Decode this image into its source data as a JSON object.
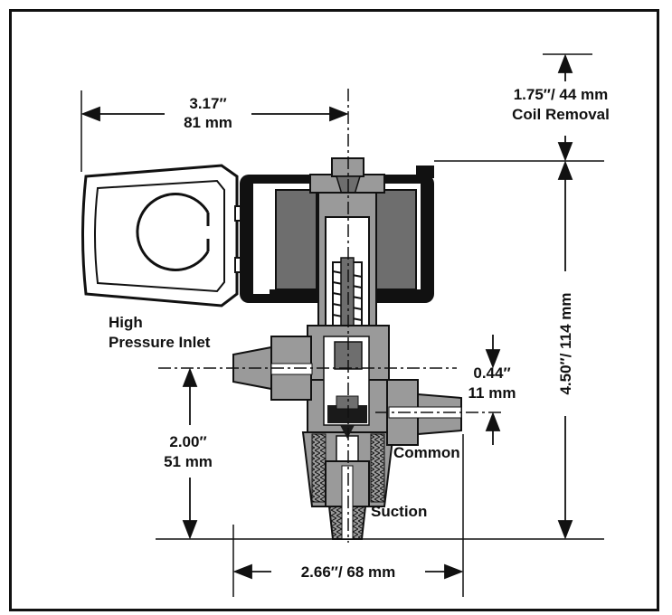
{
  "dimensions": {
    "coil_width": {
      "inch": "3.17″",
      "mm": "81 mm"
    },
    "coil_removal": {
      "line1": "1.75″/ 44 mm",
      "line2": "Coil Removal"
    },
    "overall_height": "4.50″/ 114 mm",
    "port_offset": {
      "inch": "0.44″",
      "mm": "11 mm"
    },
    "inlet_height": {
      "inch": "2.00″",
      "mm": "51 mm"
    },
    "base_width": "2.66″/ 68 mm"
  },
  "ports": {
    "inlet": {
      "line1": "High",
      "line2": "Pressure Inlet"
    },
    "common": "Common",
    "suction": "Suction"
  },
  "colors": {
    "line": "#111111",
    "body_gray": "#9a9a9a",
    "coil_gray": "#6e6e6e",
    "dark": "#1a1a1a"
  }
}
